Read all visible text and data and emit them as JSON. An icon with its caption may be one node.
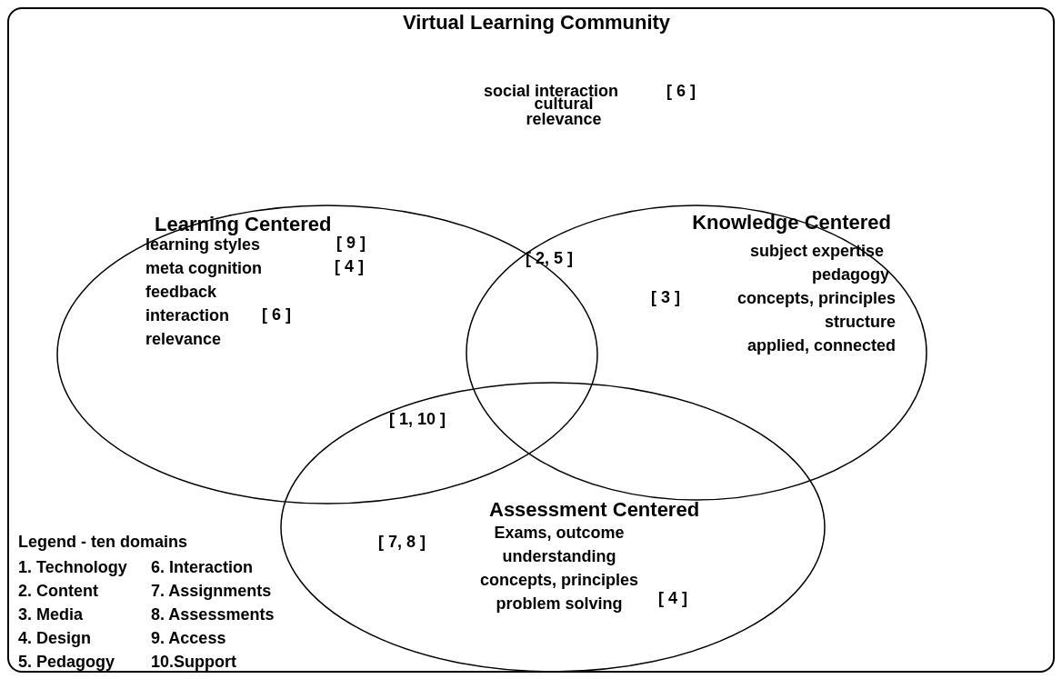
{
  "diagram": {
    "nodes": [
      {
        "text": [
          "Virtual Learning Community",
          "social interaction",
          "[ 6 ]",
          "cultural relevance"
        ]
      },
      {
        "text": [
          "Learning Centered",
          "learning styles",
          "[ 9 ]",
          "meta cognition",
          "[ 4 ]",
          "feedback",
          "interaction",
          "[ 6 ]",
          "relevance"
        ],
        "in": 0
      },
      {
        "text": [
          "Knowledge Centered",
          "subject expertise",
          "pedagogy",
          "[ 3 ]",
          "concepts, principles",
          "structure",
          "applied, connected"
        ],
        "in": 0
      },
      {
        "text": [
          "Assessment Centered",
          "[ 7, 8 ]",
          "Exams, outcome",
          "understanding",
          "concepts, principles",
          "problem solving",
          "[ 4 ]"
        ],
        "in": 0
      }
    ],
    "labels": [
      "[ 2, 5 ]",
      "[ 1, 10 ]",
      "Legend - ten domains",
      "1. Technology",
      "6. Interaction",
      "2. Content",
      "7. Assignments",
      "3. Media",
      "8. Assessments",
      "4. Design",
      "9. Access",
      "5. Pedagogy",
      "10.Support"
    ]
  }
}
